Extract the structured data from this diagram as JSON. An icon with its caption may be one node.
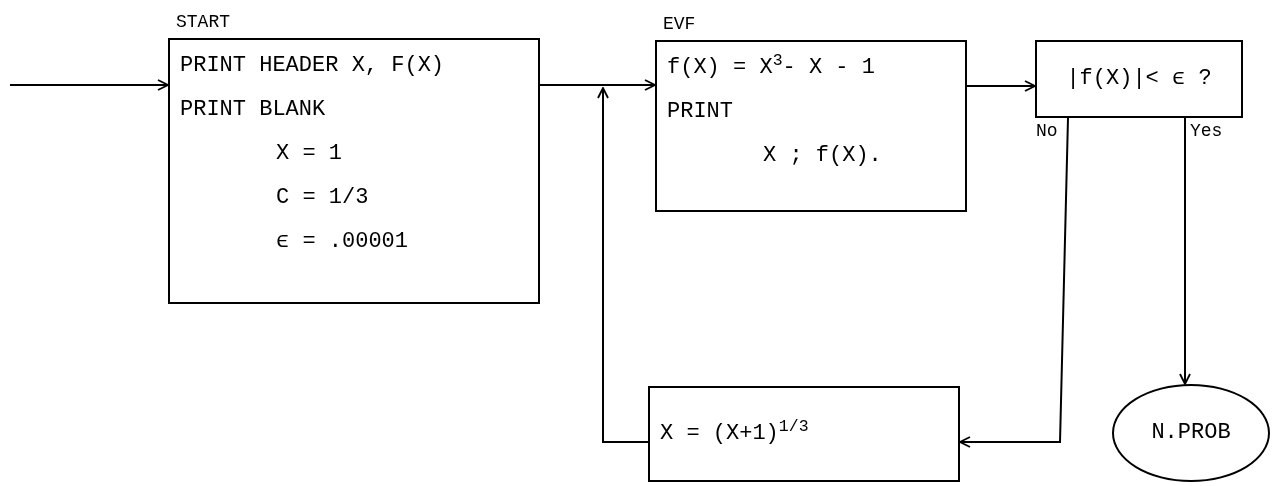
{
  "diagram": {
    "nodes": [
      {
        "text": [
          "START",
          "PRINT HEADER X, F(X)",
          "PRINT BLANK",
          "X = 1",
          "C = 1/3",
          "ϵ = .00001"
        ]
      },
      {
        "text": [
          "EVF",
          "f(X) = X$^{3}$- X - 1",
          "PRINT",
          "X ; f(X)."
        ]
      },
      {
        "text": [
          "|f(X)|< ϵ ?"
        ]
      },
      {
        "text": [
          "X = (X+1)$^{1/3}$"
        ]
      },
      {
        "text": [
          "N.PROB"
        ]
      }
    ],
    "edges": [
      {
        "from": null,
        "to": 0,
        "arrow": "to"
      },
      {
        "from": 0,
        "to": 1,
        "arrow": "to"
      },
      {
        "from": 3,
        "to": 1,
        "arrow": "to"
      },
      {
        "from": 1,
        "to": 2,
        "arrow": "to"
      },
      {
        "from": 2,
        "to": 3,
        "arrow": "to",
        "label": "No"
      },
      {
        "from": 2,
        "to": 4,
        "arrow": "to",
        "label": "Yes"
      }
    ]
  }
}
